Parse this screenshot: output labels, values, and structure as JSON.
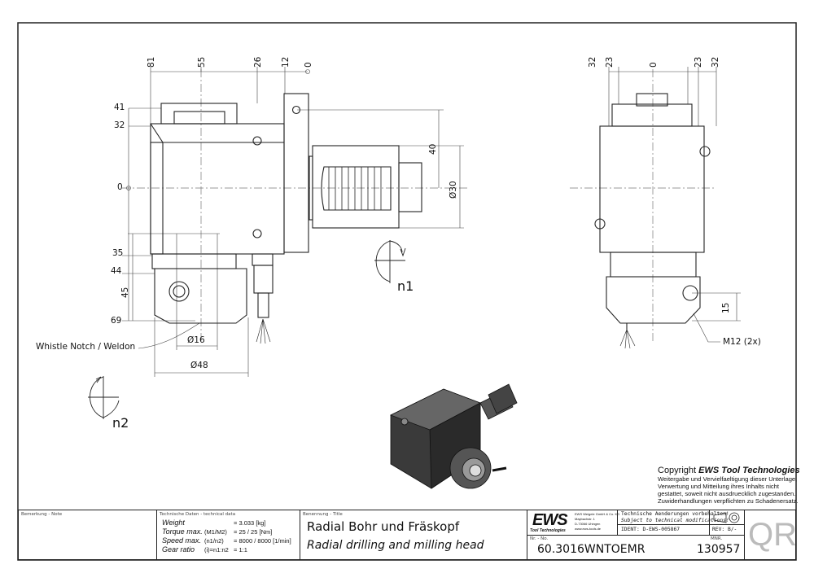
{
  "drawing": {
    "side_view": {
      "top_dims": [
        "81",
        "55",
        "26",
        "12",
        "0"
      ],
      "left_dims": [
        "41",
        "32",
        "0",
        "35",
        "44",
        "45",
        "69"
      ],
      "right_dims": [
        "40",
        "Ø30"
      ],
      "bottom_dims": [
        "Ø16",
        "Ø48"
      ],
      "callout": "Whistle Notch / Weldon",
      "rotation_label": "n1"
    },
    "rotation2_label": "n2",
    "front_view": {
      "top_dims": [
        "32",
        "23",
        "0",
        "23",
        "32"
      ],
      "right_dim": "15",
      "callout": "M12 (2x)"
    }
  },
  "copyright": {
    "title_prefix": "Copyright ",
    "brand": "EWS Tool Technologies",
    "lines": [
      "Weitergabe und Vervielfaeltigung dieser Unterlage,",
      "Verwertung und Mitteilung ihres Inhalts nicht",
      "gestattet, soweit nicht ausdruecklich zugestanden.",
      "Zuwiderhandlungen verpflichten zu Schadenersatz."
    ]
  },
  "title_block": {
    "note_label": "Bemerkung - Note",
    "tech_label": "Technische Daten - technical data",
    "tech_rows": [
      {
        "name": "Weight",
        "sub": "",
        "value": "=  3.033 [kg]"
      },
      {
        "name": "Torque max.",
        "sub": "(M1/M2)",
        "value": "=  25 / 25 [Nm]"
      },
      {
        "name": "Speed max.",
        "sub": "(n1/n2)",
        "value": "=  8000 / 8000 [1/min]"
      },
      {
        "name": "Gear ratio",
        "sub": "(i)=n1:n2",
        "value": "=  1:1"
      }
    ],
    "title_label": "Benennung - Title",
    "title_de": "Radial Bohr und Fräskopf",
    "title_en": "Radial drilling and milling head",
    "logo_text": "EWS",
    "logo_sub": "Tool Technologies",
    "company_lines": [
      "EWS Weigele GmbH & Co. KG",
      "Maybachstr. 1",
      "D-73066 Uhingen",
      "www.ews-tools.de"
    ],
    "notice_de": "Technische Aenderungen vorbehalten!",
    "notice_en": "Subject to technical modifications!",
    "ident": "IDENT:  D-EWS-005867",
    "rev": "REV:  B/-",
    "nr_label": "Nr. - No.",
    "part_number": "60.3016WNTOEMR",
    "mnr_label": "MNR.",
    "mnr": "130957",
    "qr": "QR"
  }
}
